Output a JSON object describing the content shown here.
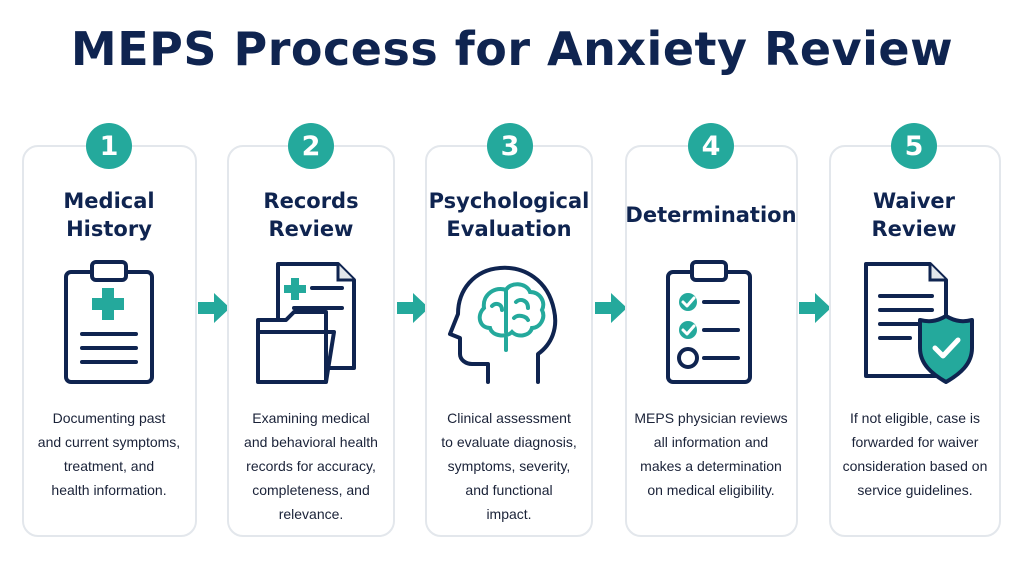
{
  "title": "MEPS Process for Anxiety Review",
  "colors": {
    "navy": "#0f2450",
    "teal": "#24a99c",
    "card_border": "#e3e7ec",
    "text": "#1a2238"
  },
  "steps": [
    {
      "number": "1",
      "title": "Medical\nHistory",
      "icon": "clipboard-medical-icon",
      "description": "Documenting past\nand current symptoms,\ntreatment, and\nhealth information."
    },
    {
      "number": "2",
      "title": "Records\nReview",
      "icon": "folder-documents-icon",
      "description": "Examining medical\nand behavioral health\nrecords for accuracy,\ncompleteness, and\nrelevance."
    },
    {
      "number": "3",
      "title": "Psychological\nEvaluation",
      "icon": "head-brain-icon",
      "description": "Clinical assessment\nto evaluate diagnosis,\nsymptoms, severity,\nand functional\nimpact."
    },
    {
      "number": "4",
      "title": "Determination",
      "icon": "clipboard-checklist-icon",
      "description": "MEPS physician reviews\nall information and\nmakes a determination\non medical eligibility."
    },
    {
      "number": "5",
      "title": "Waiver\nReview",
      "icon": "document-shield-icon",
      "description": "If not eligible, case is\nforwarded for waiver\nconsideration based on\nservice guidelines."
    }
  ]
}
